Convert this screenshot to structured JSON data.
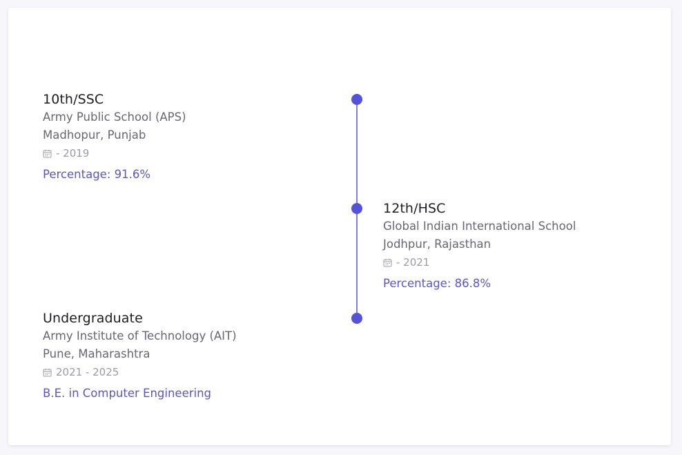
{
  "timeline": {
    "accent_color": "#5352d9",
    "entries": [
      {
        "degree": "10th/SSC",
        "school": "Army Public School (APS)",
        "location": "Madhopur, Punjab",
        "dates": "- 2019",
        "highlight": "Percentage: 91.6%"
      },
      {
        "degree": "12th/HSC",
        "school": "Global Indian International School",
        "location": "Jodhpur, Rajasthan",
        "dates": "- 2021",
        "highlight": "Percentage: 86.8%"
      },
      {
        "degree": "Undergraduate",
        "school": "Army Institute of Technology (AIT)",
        "location": "Pune, Maharashtra",
        "dates": "2021 - 2025",
        "highlight": "B.E. in Computer Engineering"
      }
    ],
    "calendar_icon": "calendar-icon"
  }
}
